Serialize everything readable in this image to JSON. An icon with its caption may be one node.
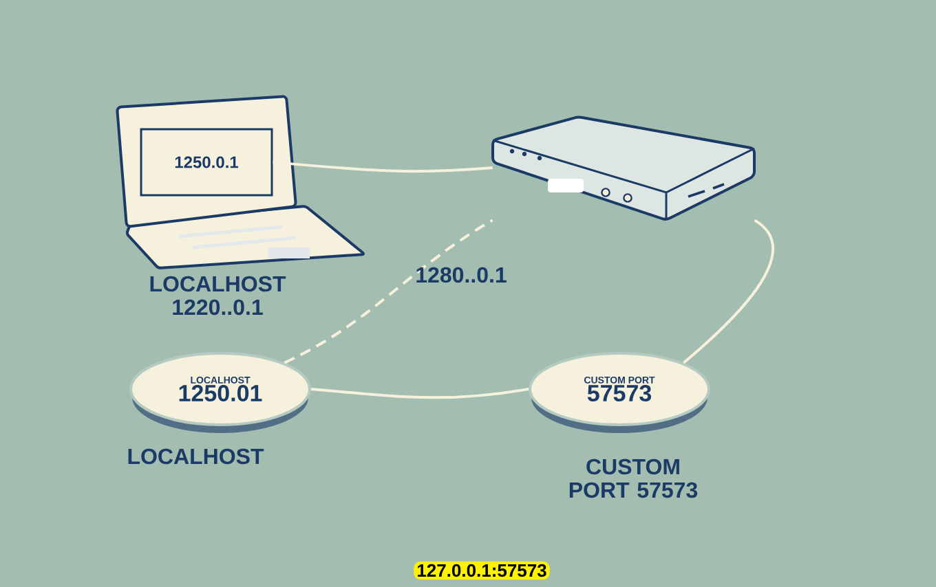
{
  "diagram": {
    "nodes": [
      {
        "text": [
          "1250.0.1"
        ],
        "beside": [
          "LOCALHOST 1220..0.1"
        ]
      },
      {
        "text": [],
        "shape": "picture"
      },
      {
        "text": [
          "LOCALHOST",
          "1250.01"
        ],
        "beside": [
          "LOCALHOST"
        ]
      },
      {
        "text": [
          "CUSTOM PORT",
          "57573"
        ],
        "beside": [
          "CUSTOM PORT 57573"
        ]
      }
    ],
    "edges": [
      {
        "from": 0,
        "to": 1,
        "arrow": "none"
      },
      {
        "from": 1,
        "to": 3,
        "arrow": "none"
      },
      {
        "from": 2,
        "to": 3,
        "arrow": "none"
      },
      {
        "from": 2,
        "to": 1,
        "arrow": "none",
        "style": "dashed"
      }
    ],
    "labels": [
      "1280..0.1",
      "127.0.0.1:57573"
    ]
  }
}
